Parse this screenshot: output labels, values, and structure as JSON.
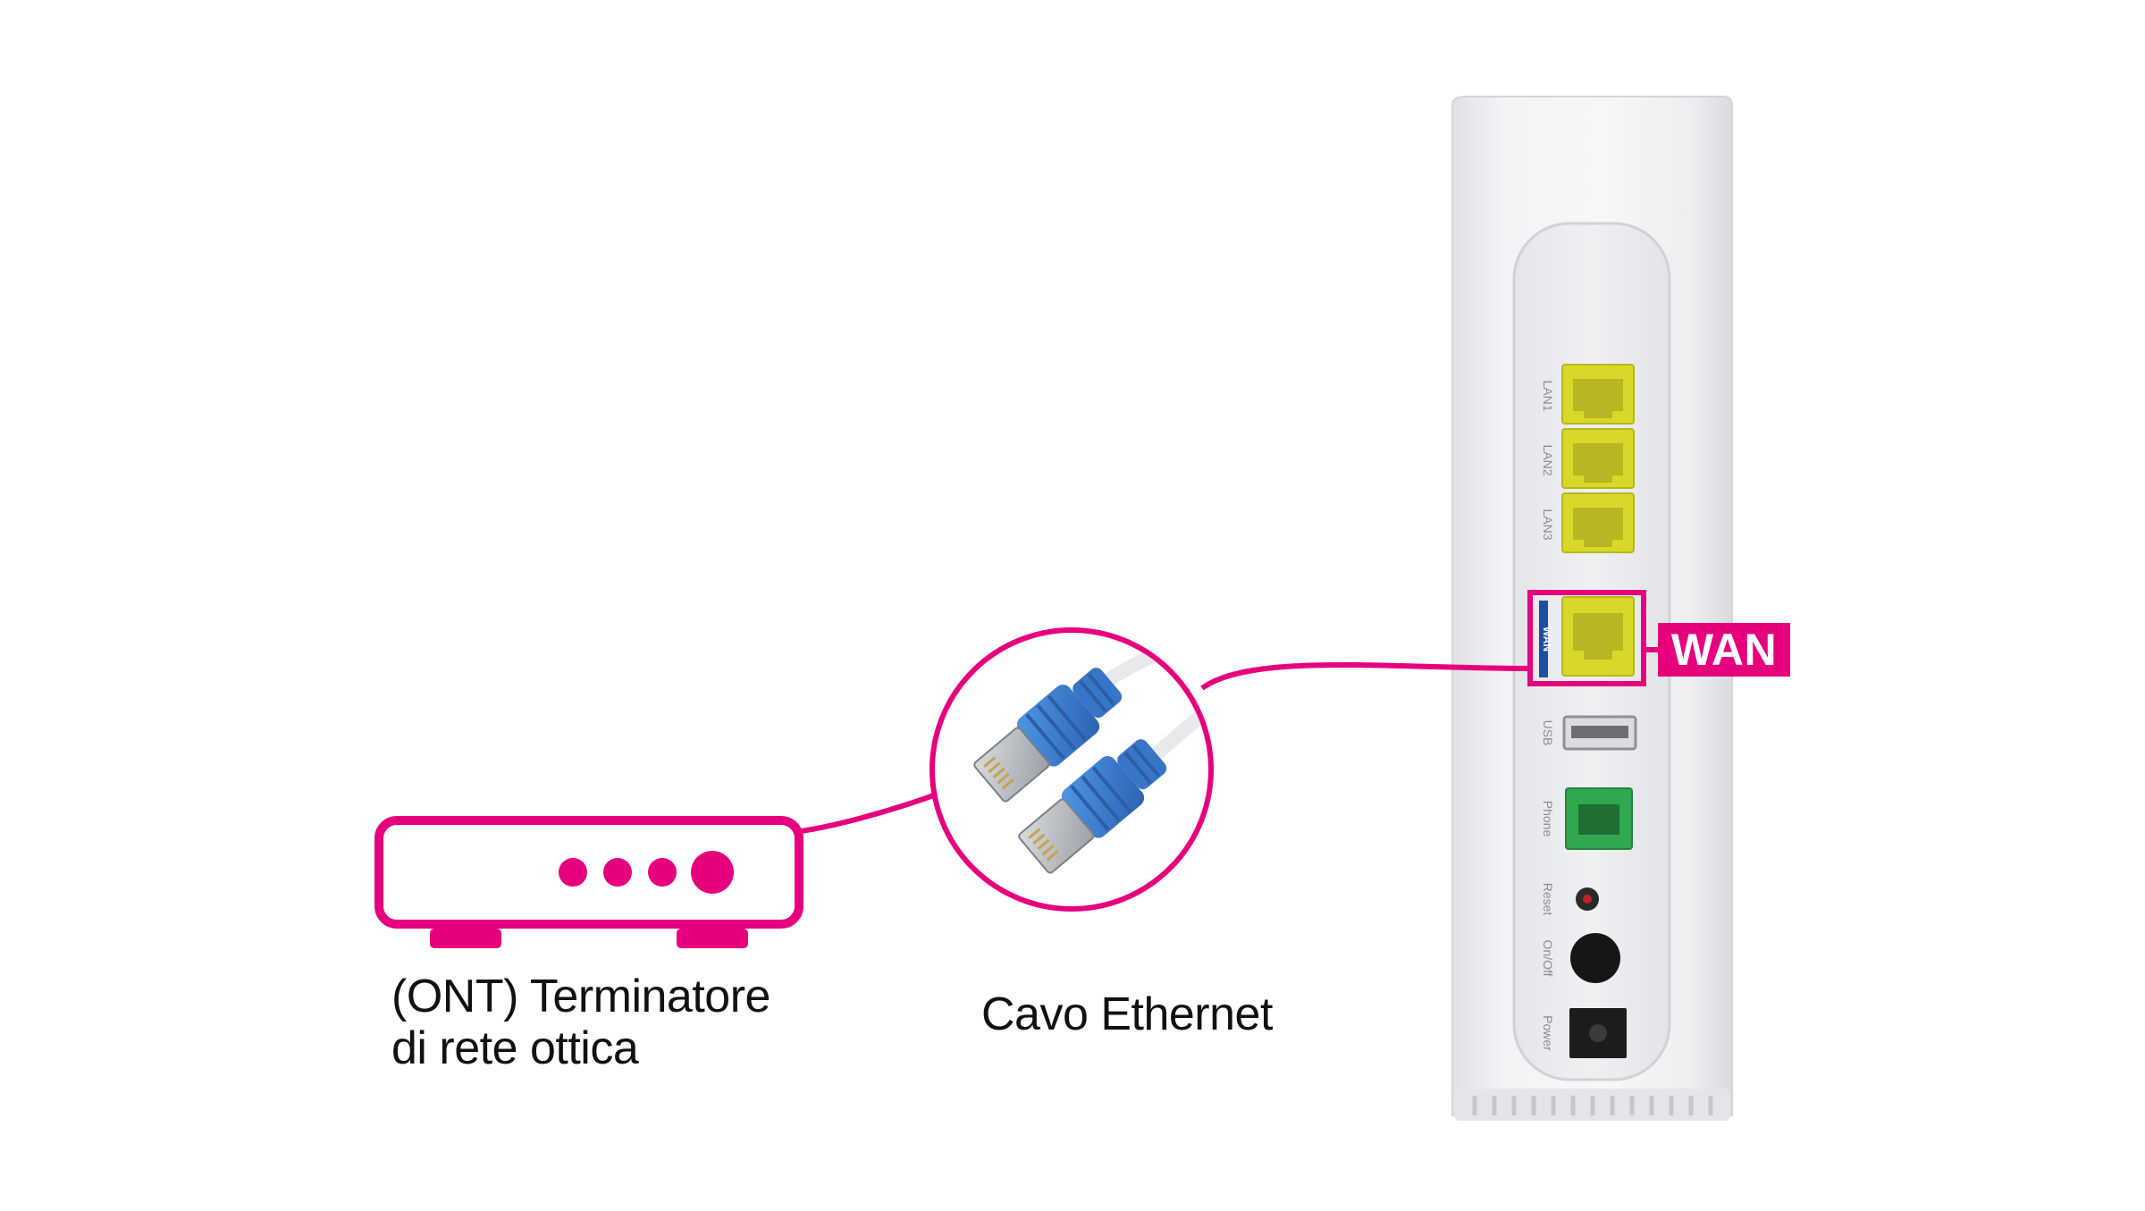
{
  "colors": {
    "accent": "#e6007e",
    "router_body": "#eceef0",
    "port_lan": "#d8d82a",
    "port_phone": "#2fa84f",
    "connector_blue": "#3a7fd0",
    "wan_strip": "#1b4fa0"
  },
  "ont": {
    "label_line1": "(ONT) Terminatore",
    "label_line2": "di rete ottica",
    "icon": "ont-device-icon"
  },
  "cable": {
    "label": "Cavo Ethernet",
    "icon": "ethernet-connectors-icon"
  },
  "router": {
    "port_labels": {
      "lan1": "LAN1",
      "lan2": "LAN2",
      "lan3": "LAN3",
      "wan": "WAN",
      "usb": "USB",
      "phone": "Phone",
      "reset": "Reset",
      "onoff": "On/Off",
      "power": "Power"
    },
    "wan_callout": "WAN"
  }
}
